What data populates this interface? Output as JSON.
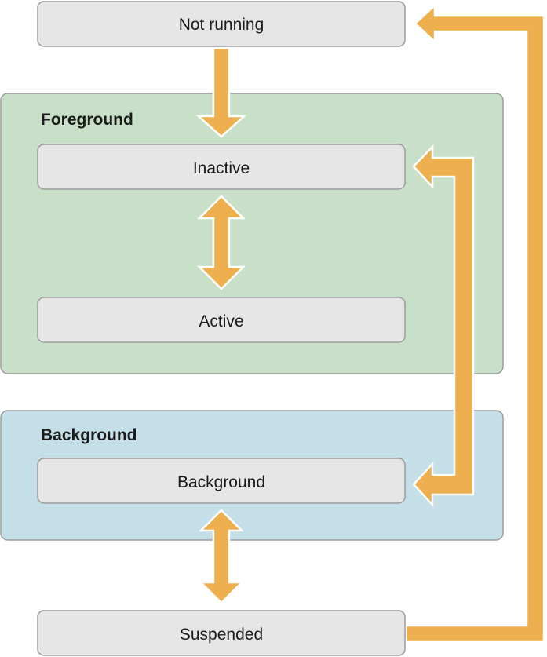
{
  "regions": {
    "foreground": {
      "title": "Foreground",
      "color": "#c9e0c8",
      "border": "#9c9c9c"
    },
    "background": {
      "title": "Background",
      "color": "#c5dfe8",
      "border": "#9c9c9c"
    }
  },
  "states": {
    "not_running": "Not running",
    "inactive": "Inactive",
    "active": "Active",
    "background": "Background",
    "suspended": "Suspended"
  },
  "colors": {
    "state_fill": "#e6e6e6",
    "state_border": "#9c9c9c",
    "arrow_fill": "#eeb04e",
    "arrow_outline": "#ffffff"
  },
  "transitions": [
    {
      "from": "Not running",
      "to": "Inactive",
      "direction": "one-way"
    },
    {
      "from": "Inactive",
      "to": "Active",
      "direction": "two-way"
    },
    {
      "from": "Background",
      "to": "Inactive",
      "direction": "two-way"
    },
    {
      "from": "Background",
      "to": "Suspended",
      "direction": "two-way"
    },
    {
      "from": "Suspended",
      "to": "Not running",
      "direction": "one-way"
    }
  ]
}
